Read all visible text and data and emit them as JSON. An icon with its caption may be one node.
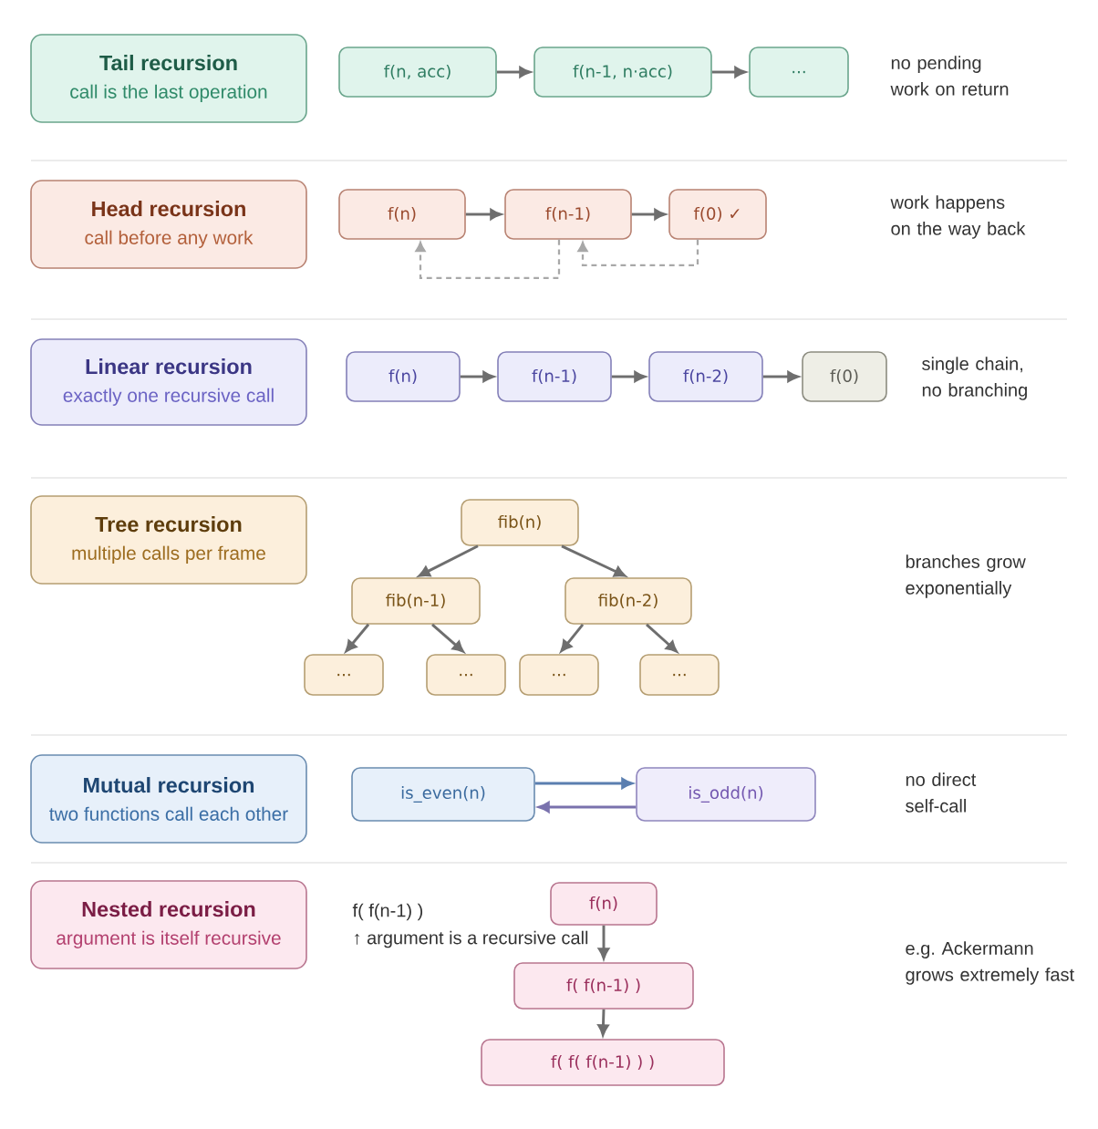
{
  "diagram": {
    "nodes": [
      {
        "text": [
          "Tail recursion",
          "call is the last operation"
        ]
      },
      {
        "text": [
          "f(n, acc)"
        ]
      },
      {
        "text": [
          "f(n-1, n·acc)"
        ]
      },
      {
        "text": [
          "..."
        ]
      },
      {
        "text": [
          "Head recursion",
          "call before any work"
        ]
      },
      {
        "text": [
          "f(n)"
        ]
      },
      {
        "text": [
          "f(n-1)"
        ]
      },
      {
        "text": [
          "f(0) ✓"
        ]
      },
      {
        "text": [
          "Linear recursion",
          "exactly one recursive call"
        ]
      },
      {
        "text": [
          "f(n)"
        ]
      },
      {
        "text": [
          "f(n-1)"
        ]
      },
      {
        "text": [
          "f(n-2)"
        ]
      },
      {
        "text": [
          "f(0)"
        ]
      },
      {
        "text": [
          "Tree recursion",
          "multiple calls per frame"
        ]
      },
      {
        "text": [
          "fib(n)"
        ]
      },
      {
        "text": [
          "fib(n-1)"
        ]
      },
      {
        "text": [
          "fib(n-2)"
        ]
      },
      {
        "text": [
          "..."
        ]
      },
      {
        "text": [
          "..."
        ]
      },
      {
        "text": [
          "..."
        ]
      },
      {
        "text": [
          "..."
        ]
      },
      {
        "text": [
          "Mutual recursion",
          "two functions call each other"
        ]
      },
      {
        "text": [
          "is_even(n)"
        ]
      },
      {
        "text": [
          "is_odd(n)"
        ]
      },
      {
        "text": [
          "Nested recursion",
          "argument is itself recursive"
        ]
      },
      {
        "text": [
          "f(n)"
        ]
      },
      {
        "text": [
          "f( f(n-1) )"
        ]
      },
      {
        "text": [
          "f( f( f(n-1) ) )"
        ]
      }
    ],
    "edges": [
      {
        "from": 1,
        "to": 2,
        "arrow": "to"
      },
      {
        "from": 2,
        "to": 3,
        "arrow": "to"
      },
      {
        "from": 5,
        "to": 6,
        "arrow": "to"
      },
      {
        "from": 6,
        "to": 7,
        "arrow": "to"
      },
      {
        "from": 6,
        "to": 5,
        "arrow": "to",
        "style": "dashed",
        "color": "#a8a8a8"
      },
      {
        "from": 7,
        "to": 6,
        "arrow": "to",
        "style": "dashed",
        "color": "#a8a8a8"
      },
      {
        "from": 9,
        "to": 10,
        "arrow": "to"
      },
      {
        "from": 10,
        "to": 11,
        "arrow": "to"
      },
      {
        "from": 11,
        "to": 12,
        "arrow": "to"
      },
      {
        "from": 14,
        "to": 15,
        "arrow": "to"
      },
      {
        "from": 14,
        "to": 16,
        "arrow": "to"
      },
      {
        "from": 15,
        "to": 17,
        "arrow": "to"
      },
      {
        "from": 15,
        "to": 18,
        "arrow": "to"
      },
      {
        "from": 16,
        "to": 19,
        "arrow": "to"
      },
      {
        "from": 16,
        "to": 20,
        "arrow": "to"
      },
      {
        "from": 22,
        "to": 23,
        "arrow": "to",
        "color": "#5b7fb0"
      },
      {
        "from": 23,
        "to": 22,
        "arrow": "to",
        "color": "#7a72ad"
      },
      {
        "from": 25,
        "to": 26,
        "arrow": "to"
      },
      {
        "from": 26,
        "to": 27,
        "arrow": "to"
      }
    ],
    "labels": [
      "no pending work on return",
      "work happens on the way back",
      "single chain, no branching",
      "branches grow exponentially",
      "no direct self-call",
      "f( f(n-1) )",
      "↑ argument is a recursive call",
      "e.g. Ackermann grows extremely fast"
    ]
  }
}
